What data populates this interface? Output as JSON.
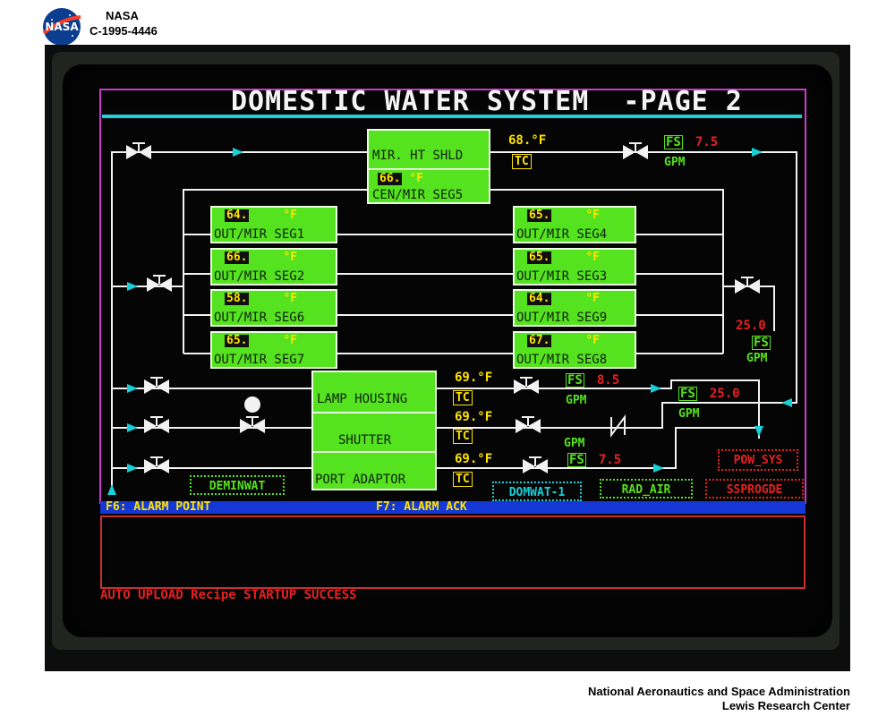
{
  "caption": {
    "agency": "NASA",
    "photo_id": "C-1995-4446",
    "org_line1": "National Aeronautics and Space Administration",
    "org_line2": "Lewis Research Center"
  },
  "screen": {
    "title": "DOMESTIC WATER SYSTEM  -PAGE 2",
    "units": {
      "temp": "°F",
      "flow": "GPM",
      "tc": "TC",
      "fs": "FS"
    },
    "top_line": {
      "box_label_1": "MIR. HT SHLD",
      "box_label_2": "CEN/MIR SEG5",
      "seg5_temp": "66.",
      "temp": "68.",
      "flow": "7.5"
    },
    "segments": [
      {
        "label": "OUT/MIR SEG1",
        "temp": "64."
      },
      {
        "label": "OUT/MIR SEG2",
        "temp": "66."
      },
      {
        "label": "OUT/MIR SEG6",
        "temp": "58."
      },
      {
        "label": "OUT/MIR SEG7",
        "temp": "65."
      },
      {
        "label": "OUT/MIR SEG4",
        "temp": "65."
      },
      {
        "label": "OUT/MIR SEG3",
        "temp": "65."
      },
      {
        "label": "OUT/MIR SEG9",
        "temp": "64."
      },
      {
        "label": "OUT/MIR SEG8",
        "temp": "67."
      }
    ],
    "right_flow": "25.0",
    "lamp": {
      "label": "LAMP HOUSING",
      "temp": "69.",
      "flow": "8.5"
    },
    "shutter": {
      "label": "SHUTTER",
      "temp": "69."
    },
    "port": {
      "label": "PORT ADAPTOR",
      "temp": "69.",
      "flow": "7.5"
    },
    "mid_flow": "25.0",
    "buttons": {
      "deminwat": "DEMINWAT",
      "domwat": "DOMWAT-1",
      "rad_air": "RAD_AIR",
      "ssprogde": "SSPROGDE",
      "pow_sys": "POW_SYS"
    },
    "fkeys": {
      "f6": "F6: ALARM POINT",
      "f7": "F7: ALARM ACK"
    },
    "status": "AUTO UPLOAD Recipe STARTUP SUCCESS"
  },
  "colors": {
    "panel_green": "#55e21f",
    "temp_yellow": "#ffe400",
    "alarm_red": "#e82020",
    "pipe_white": "#f2f2f2",
    "flow_cyan": "#19d0d8",
    "fkey_blue": "#1437d6",
    "title_line": "#1ed0d8"
  }
}
